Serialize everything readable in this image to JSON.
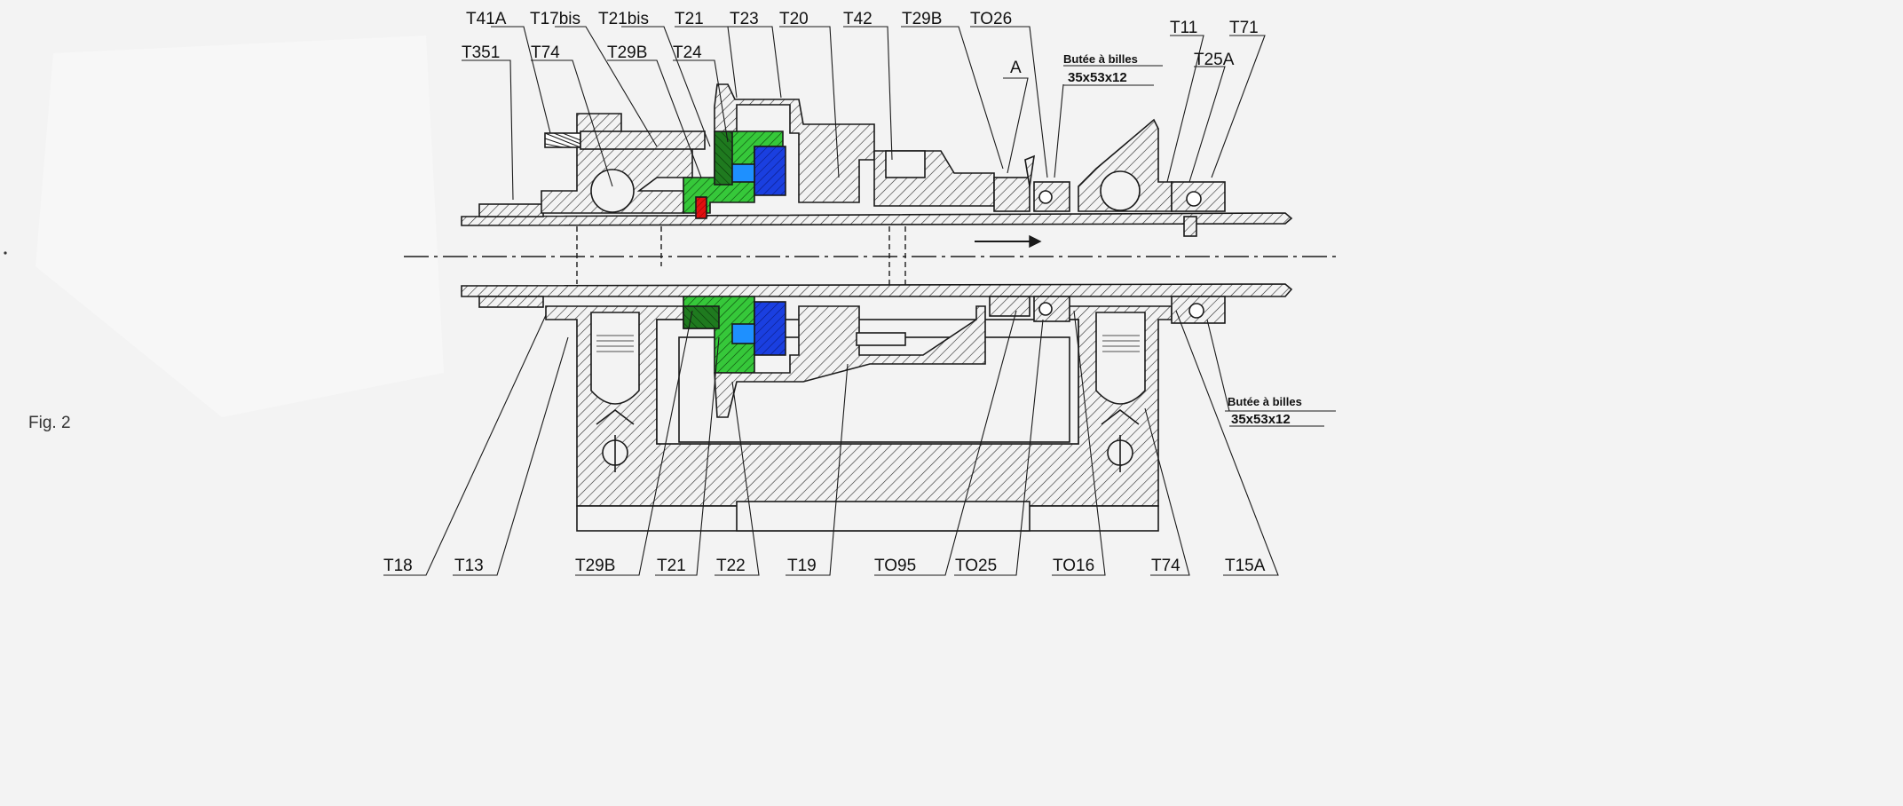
{
  "figure": {
    "caption": "Fig. 2"
  },
  "labels_top": {
    "t41a": "T41A",
    "t17bis": "T17bis",
    "t21bis": "T21bis",
    "t21": "T21",
    "t23": "T23",
    "t20": "T20",
    "t42": "T42",
    "t29b": "T29B",
    "t026": "TO26",
    "t11": "T11",
    "t71": "T71",
    "t351": "T351",
    "t74": "T74",
    "t29b_2": "T29B",
    "t24": "T24",
    "a": "A",
    "t25a": "T25A"
  },
  "labels_bottom": {
    "t18": "T18",
    "t13": "T13",
    "t29b": "T29B",
    "t21": "T21",
    "t22": "T22",
    "t19": "T19",
    "t095": "TO95",
    "t025": "TO25",
    "t016": "TO16",
    "t74": "T74",
    "t15a": "T15A"
  },
  "notes": {
    "top_bearing_title": "Butée à billes",
    "top_bearing_dims": "35x53x12",
    "bottom_bearing_title": "Butée à billes",
    "bottom_bearing_dims": "35x53x12"
  },
  "colors": {
    "hatch_line": "#2a2a2a",
    "green_dark": "#1f7a1f",
    "green_light": "#36c83a",
    "blue": "#1a3fe0",
    "blue_light": "#1e90ff",
    "red": "#e01010"
  }
}
